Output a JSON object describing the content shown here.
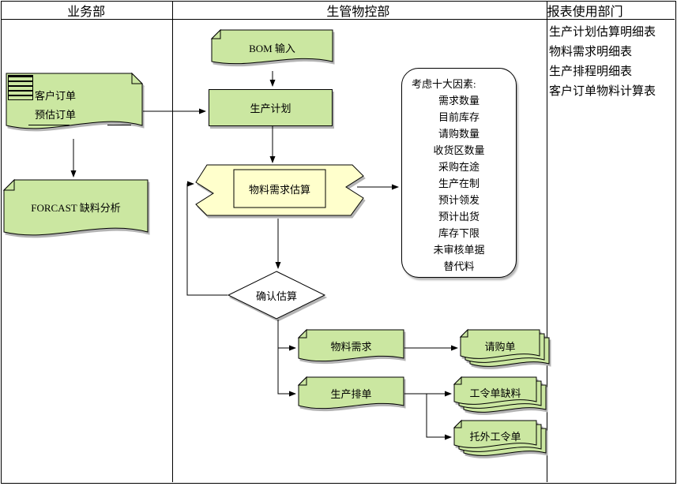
{
  "header": {
    "col1": "业务部",
    "col2": "生管物控部",
    "col3": "报表使用部门"
  },
  "reports": {
    "items": [
      "生产计划估算明细表",
      "物料需求明细表",
      "生产排程明细表",
      "客户订单物料计算表"
    ]
  },
  "shapes": {
    "cust_order": {
      "line1": "客户订单",
      "line2": "预估订单"
    },
    "forcast": {
      "label": "FORCAST 缺料分析"
    },
    "bom": {
      "label": "BOM 输入"
    },
    "prod_plan": {
      "label": "生产计划"
    },
    "mat_estimate": {
      "label": "物料需求估算"
    },
    "confirm": {
      "label": "确认估算"
    },
    "mat_req": {
      "label": "物料需求"
    },
    "prod_sched": {
      "label": "生产排单"
    },
    "purchase_req": {
      "label": "请购单"
    },
    "wo_shortage": {
      "label": "工令单缺料"
    },
    "outsource_wo": {
      "label": "托外工令单"
    }
  },
  "factors": {
    "title": "考虑十大因素:",
    "items": [
      "需求数量",
      "目前库存",
      "请购数量",
      "收货区数量",
      "采购在途",
      "生产在制",
      "预计领发",
      "预计出货",
      "库存下限",
      "未审核单据",
      "替代料"
    ]
  },
  "colors": {
    "shape_green": "#cbe7a1",
    "shape_yellow": "#ffffcc",
    "border": "#000000",
    "background": "#ffffff"
  }
}
